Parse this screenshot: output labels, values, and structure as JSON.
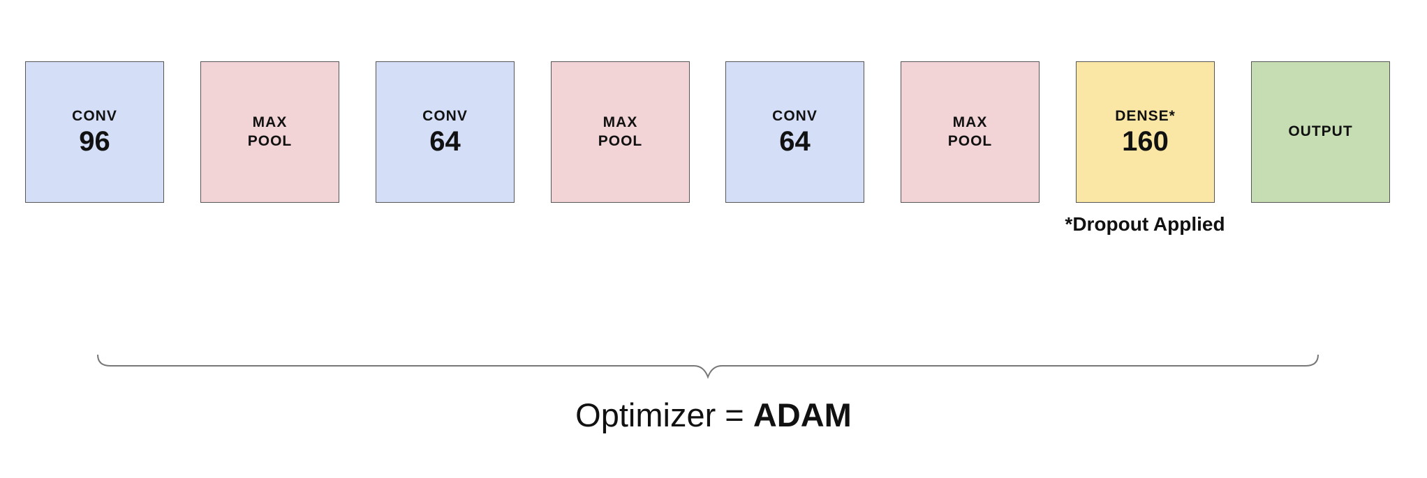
{
  "colors": {
    "conv": "#d4def6",
    "pool": "#f2d3d6",
    "dense": "#fae7a5",
    "output": "#c6ddb4"
  },
  "layers": [
    {
      "kind": "conv",
      "label": "CONV",
      "value": "96"
    },
    {
      "kind": "pool",
      "label": "MAX",
      "value": "POOL"
    },
    {
      "kind": "conv",
      "label": "CONV",
      "value": "64"
    },
    {
      "kind": "pool",
      "label": "MAX",
      "value": "POOL"
    },
    {
      "kind": "conv",
      "label": "CONV",
      "value": "64"
    },
    {
      "kind": "pool",
      "label": "MAX",
      "value": "POOL"
    },
    {
      "kind": "dense",
      "label": "DENSE*",
      "value": "160"
    },
    {
      "kind": "output",
      "label": "OUTPUT",
      "value": ""
    }
  ],
  "footnote": "*Dropout Applied",
  "optimizer": {
    "prefix": "Optimizer = ",
    "value": "ADAM"
  }
}
